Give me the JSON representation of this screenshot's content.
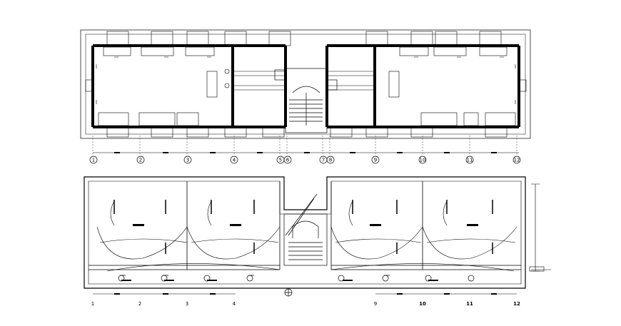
{
  "drawing": {
    "upper_plan": {
      "grid_labels": [
        "1",
        "2",
        "3",
        "4",
        "5",
        "6",
        "7",
        "8",
        "9",
        "10",
        "11",
        "12"
      ]
    },
    "lower_plan": {
      "grid_labels": [
        "1",
        "2",
        "3",
        "4",
        "9",
        "10",
        "11",
        "12"
      ]
    }
  },
  "colors": {
    "line": "#000000",
    "background": "#ffffff"
  }
}
